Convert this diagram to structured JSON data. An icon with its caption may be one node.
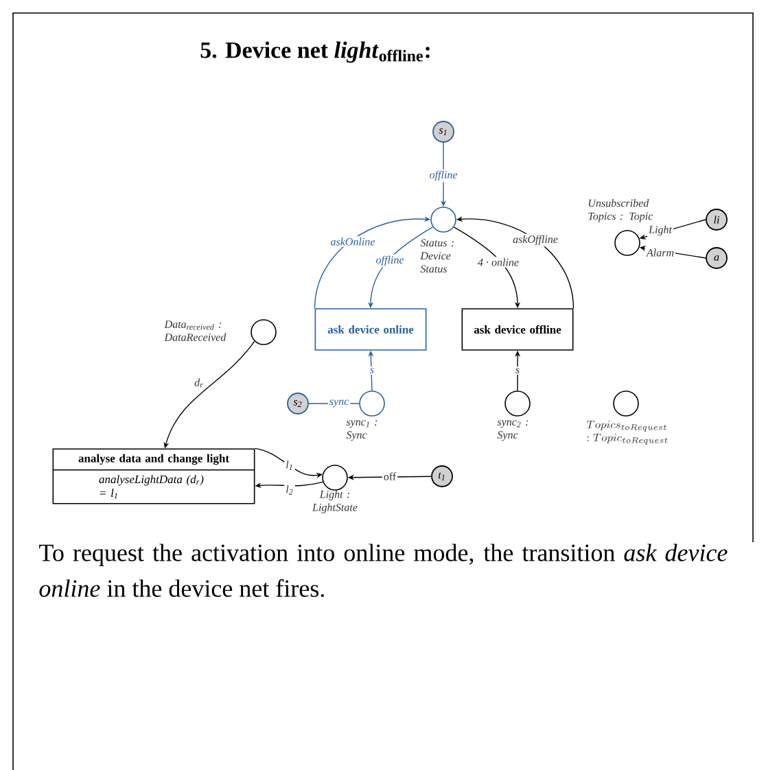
{
  "diagram": {
    "title": "5. Device net *light*$_{offline}$:",
    "caption": "To request the activation into online mode, the transition *ask device online* in the device net fires.",
    "nodes": [
      {
        "text": [
          "s$_{1}$"
        ]
      },
      {
        "text": [],
        "shape": "circle",
        "beside": [
          "Status : Device Status"
        ]
      },
      {
        "text": [
          "ask device online"
        ]
      },
      {
        "text": [
          "ask device offline"
        ]
      },
      {
        "text": [],
        "shape": "circle",
        "beside": [
          "Unsubscribed Topics : Topic"
        ]
      },
      {
        "text": [
          "li"
        ]
      },
      {
        "text": [
          "a"
        ]
      },
      {
        "text": [],
        "shape": "circle",
        "beside": [
          "Data$_{received}$ : DataReceived"
        ]
      },
      {
        "text": [
          "s$_{2}$"
        ]
      },
      {
        "text": [],
        "shape": "circle",
        "beside": [
          "sync$_{1}$ : Sync"
        ]
      },
      {
        "text": [],
        "shape": "circle",
        "beside": [
          "sync$_{2}$ : Sync"
        ]
      },
      {
        "text": [],
        "shape": "circle",
        "beside": [
          "\\begin{array}{l}Topics_{toRequest}\\\\ :Topic_{toRequest}\\end{array}"
        ]
      },
      {
        "text": [
          "analyse data and change light",
          "analyseLightData (d$_{r}$) = l$_{1}$"
        ]
      },
      {
        "text": [],
        "shape": "circle",
        "beside": [
          "Light : LightState"
        ]
      },
      {
        "text": [
          "t$_{1}$"
        ]
      }
    ],
    "edges": [
      {
        "from": 0,
        "to": 1,
        "arrow": "to",
        "label": "offline",
        "color": "#2a5f9e"
      },
      {
        "from": 1,
        "to": 2,
        "arrow": "to",
        "label": "offline",
        "color": "#2a5f9e"
      },
      {
        "from": 2,
        "to": 1,
        "arrow": "to",
        "label": "askOnline",
        "color": "#2a5f9e"
      },
      {
        "from": 1,
        "to": 3,
        "arrow": "to",
        "label": "4 · online"
      },
      {
        "from": 3,
        "to": 1,
        "arrow": "to",
        "label": "askOffline"
      },
      {
        "from": 5,
        "to": 4,
        "arrow": "to",
        "label": "Light"
      },
      {
        "from": 6,
        "to": 4,
        "arrow": "to",
        "label": "Alarm"
      },
      {
        "from": 9,
        "to": 2,
        "arrow": "to",
        "label": "s",
        "color": "#2a5f9e"
      },
      {
        "from": 10,
        "to": 3,
        "arrow": "to",
        "label": "s"
      },
      {
        "from": 8,
        "to": 9,
        "arrow": "none",
        "label": "sync",
        "color": "#2a5f9e"
      },
      {
        "from": 7,
        "to": 12,
        "arrow": "to",
        "label": "d$_{r}$"
      },
      {
        "from": 12,
        "to": 13,
        "arrow": "to",
        "label": "l$_{1}$"
      },
      {
        "from": 13,
        "to": 12,
        "arrow": "to",
        "label": "l$_{2}$"
      },
      {
        "from": 14,
        "to": 13,
        "arrow": "to",
        "label": "off"
      }
    ]
  }
}
